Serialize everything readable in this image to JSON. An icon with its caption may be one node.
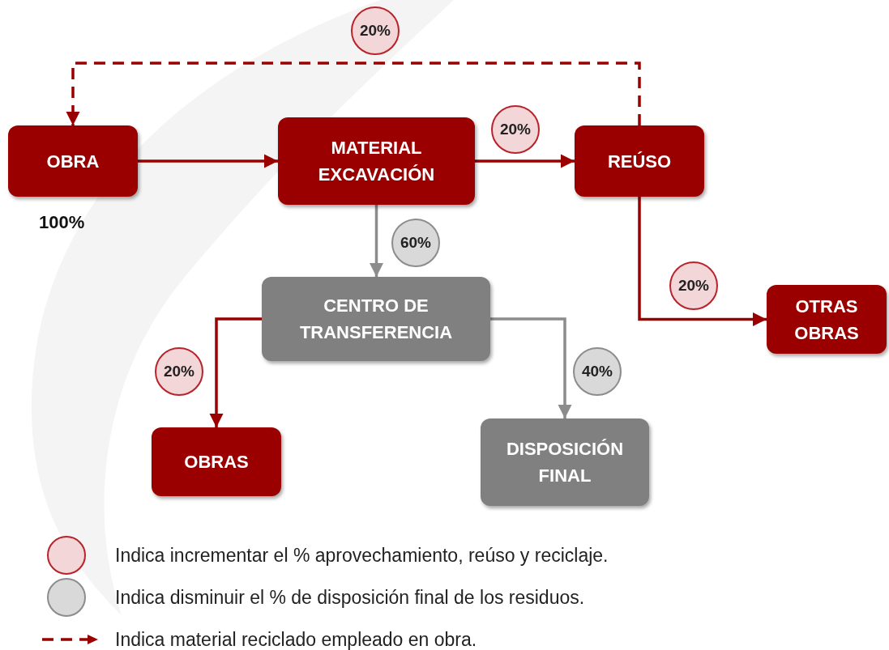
{
  "diagram": {
    "nodes": [
      {
        "text": [
          "OBRA"
        ],
        "beside": [
          "100%"
        ]
      },
      {
        "text": [
          "MATERIAL EXCAVACIÓN"
        ]
      },
      {
        "text": [
          "REÚSO"
        ]
      },
      {
        "text": [
          "CENTRO DE TRANSFERENCIA"
        ]
      },
      {
        "text": [
          "OBRAS"
        ]
      },
      {
        "text": [
          "DISPOSICIÓN FINAL"
        ]
      },
      {
        "text": [
          "OTRAS OBRAS"
        ]
      }
    ],
    "edges": [
      {
        "from": 0,
        "to": 1,
        "arrow": "to"
      },
      {
        "from": 1,
        "to": 2,
        "arrow": "to",
        "label": "20%"
      },
      {
        "from": 2,
        "to": 0,
        "arrow": "to",
        "label": "20%",
        "style": "dashed"
      },
      {
        "from": 1,
        "to": 3,
        "arrow": "to",
        "label": "60%",
        "color": "#8c8c8c"
      },
      {
        "from": 3,
        "to": 4,
        "arrow": "to",
        "label": "20%"
      },
      {
        "from": 3,
        "to": 5,
        "arrow": "to",
        "label": "40%",
        "color": "#8c8c8c"
      },
      {
        "from": 2,
        "to": 6,
        "arrow": "to",
        "label": "20%"
      }
    ],
    "legend": [
      {
        "text": "Indica incrementar el % aprovechamiento, reúso y reciclaje.",
        "color": "#f2d6d8"
      },
      {
        "text": "Indica disminuir el % de disposición final de los residuos.",
        "color": "#d9d9d9"
      },
      {
        "text": "Indica material reciclado empleado en obra."
      }
    ]
  }
}
